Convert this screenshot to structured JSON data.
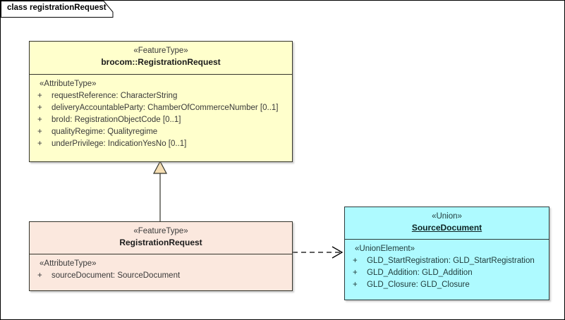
{
  "frame": {
    "label": "class registrationRequest"
  },
  "classes": [
    {
      "id": "brocom-registrationrequest",
      "stereotype": "«FeatureType»",
      "name": "brocom::RegistrationRequest",
      "compartment_stereotype": "«AttributeType»",
      "attributes": [
        {
          "visibility": "+",
          "text": "requestReference: CharacterString"
        },
        {
          "visibility": "+",
          "text": "deliveryAccountableParty: ChamberOfCommerceNumber [0..1]"
        },
        {
          "visibility": "+",
          "text": "broId: RegistrationObjectCode [0..1]"
        },
        {
          "visibility": "+",
          "text": "qualityRegime: Qualityregime"
        },
        {
          "visibility": "+",
          "text": "underPrivilege: IndicationYesNo [0..1]"
        }
      ],
      "fill_color": "#FFFFCC"
    },
    {
      "id": "registrationrequest",
      "stereotype": "«FeatureType»",
      "name": "RegistrationRequest",
      "compartment_stereotype": "«AttributeType»",
      "attributes": [
        {
          "visibility": "+",
          "text": "sourceDocument: SourceDocument"
        }
      ],
      "fill_color": "#FBE8DE"
    },
    {
      "id": "sourcedocument",
      "stereotype": "«Union»",
      "name": "SourceDocument",
      "compartment_stereotype": "«UnionElement»",
      "attributes": [
        {
          "visibility": "+",
          "text": "GLD_StartRegistration: GLD_StartRegistration"
        },
        {
          "visibility": "+",
          "text": "GLD_Addition: GLD_Addition"
        },
        {
          "visibility": "+",
          "text": "GLD_Closure: GLD_Closure"
        }
      ],
      "fill_color": "#AEFAFF"
    }
  ],
  "connectors": [
    {
      "id": "generalization",
      "type": "generalization",
      "from": "registrationrequest",
      "to": "brocom-registrationrequest",
      "style": "solid-line-hollow-triangle",
      "arrow_fill": "#F5DEB3"
    },
    {
      "id": "dependency",
      "type": "dependency",
      "from": "registrationrequest",
      "to": "sourcedocument",
      "style": "dashed-line-open-arrow",
      "line_color": "#000000"
    }
  ],
  "colors": {
    "canvas_background": "#FFFFFF",
    "border": "#33332A",
    "text": "#3A3A3A",
    "title_text": "#1A1A1A"
  }
}
